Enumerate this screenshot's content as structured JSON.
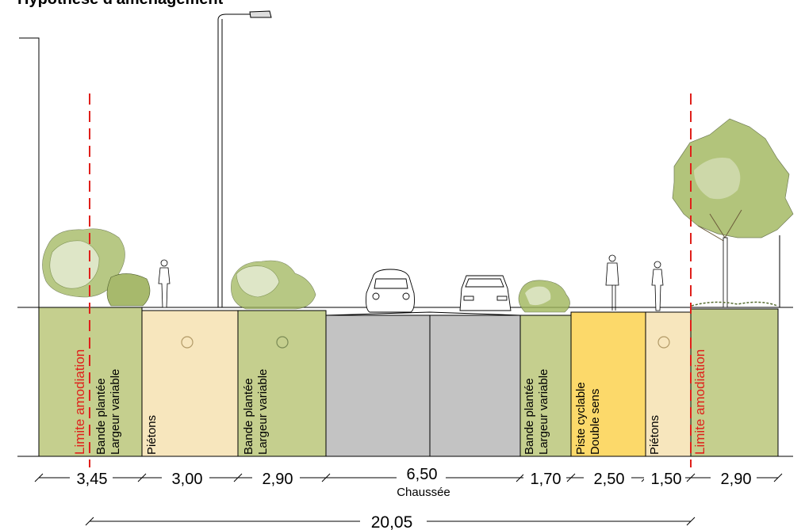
{
  "title": "Hypothèse d'aménagement",
  "colors": {
    "green": "#c5cf8e",
    "beige": "#f7e6bd",
    "gray": "#c3c3c3",
    "yellow": "#fcd96a",
    "red": "#e0201b",
    "tree_green": "#9fb65b"
  },
  "bands": [
    {
      "label1": "Bande plantée",
      "label2": "Largeur variable",
      "color": "green"
    },
    {
      "label1": "Piétons",
      "label2": "",
      "color": "beige"
    },
    {
      "label1": "Bande plantée",
      "label2": "Largeur variable",
      "color": "green"
    },
    {
      "label1": "",
      "label2": "",
      "color": "gray"
    },
    {
      "label1": "",
      "label2": "",
      "color": "gray"
    },
    {
      "label1": "Bande plantée",
      "label2": "Largeur variable",
      "color": "green"
    },
    {
      "label1": "Piste cyclable",
      "label2": "Double sens",
      "color": "yellow"
    },
    {
      "label1": "Piétons",
      "label2": "",
      "color": "beige"
    },
    {
      "label1": "",
      "label2": "",
      "color": "green"
    }
  ],
  "limit_labels": [
    "Limite amodiation",
    "Limite amodiation"
  ],
  "dimensions": [
    "3,45",
    "3,00",
    "2,90",
    "6,50",
    "1,70",
    "2,50",
    "1,50",
    "2,90"
  ],
  "roadway_label": "Chaussée",
  "total_width": "20,05",
  "icons": [
    "tree-icon",
    "shrub-icon",
    "pedestrian-icon",
    "cyclist-icon",
    "car-icon",
    "street-lamp-icon",
    "manhole-icon"
  ]
}
